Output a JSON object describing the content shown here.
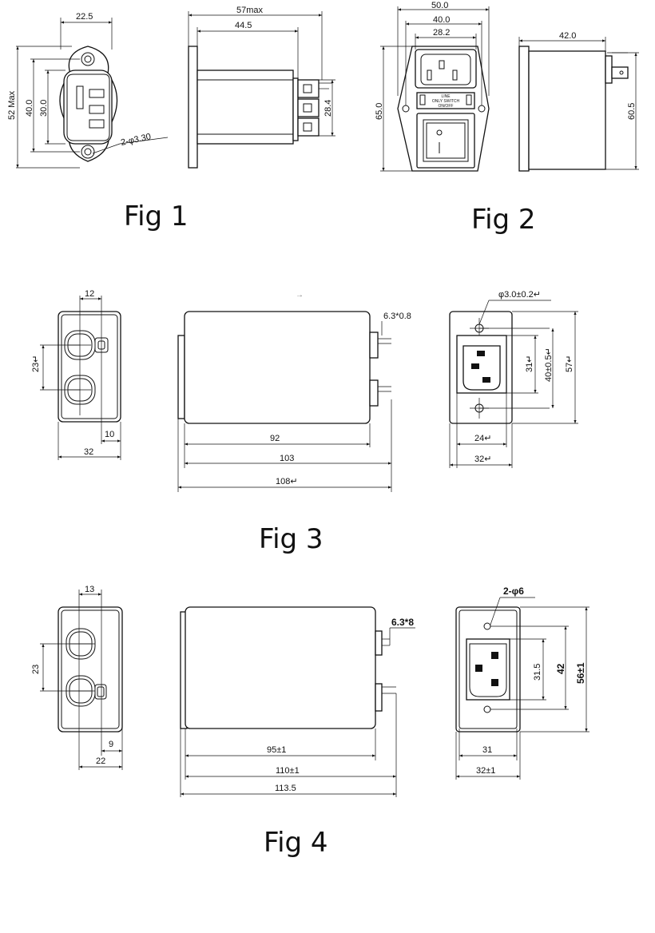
{
  "fig1": {
    "caption": "Fig 1",
    "dims": {
      "width_top": "22.5",
      "height_max": "52 Max",
      "hole_pitch": "40.0",
      "inlet_height": "30.0",
      "holes": "2-φ3.30",
      "depth_max": "57max",
      "depth_body": "44.5",
      "terminal_span": "28.4"
    }
  },
  "fig2": {
    "caption": "Fig 2",
    "dims": {
      "w50": "50.0",
      "w40": "40.0",
      "w28": "28.2",
      "h65": "65.0",
      "depth": "42.0",
      "h60": "60.5"
    },
    "plate_text": [
      "LINE",
      "ONLY SWITCH",
      "ON/OFF"
    ]
  },
  "fig3": {
    "caption": "Fig 3",
    "dims": {
      "top12": "12",
      "pitch23": "23↵",
      "right10": "10",
      "width32": "32",
      "tab": "6.3*0.8",
      "d92": "92",
      "d103": "103",
      "d108": "108↵",
      "hole": "φ3.0±0.2↵",
      "h31": "31↵",
      "h40": "40±0.5↵",
      "h57": "57↵",
      "w24": "24↵",
      "w32": "32↵"
    }
  },
  "fig4": {
    "caption": "Fig 4",
    "dims": {
      "top13": "13",
      "pitch23": "23",
      "right9": "9",
      "width22": "22",
      "tab": "6.3*8",
      "d95": "95±1",
      "d110": "110±1",
      "d113": "113.5",
      "holes": "2-φ6",
      "h31": "31.5",
      "h42": "42",
      "h56": "56±1",
      "w31": "31",
      "w32": "32±1"
    }
  }
}
